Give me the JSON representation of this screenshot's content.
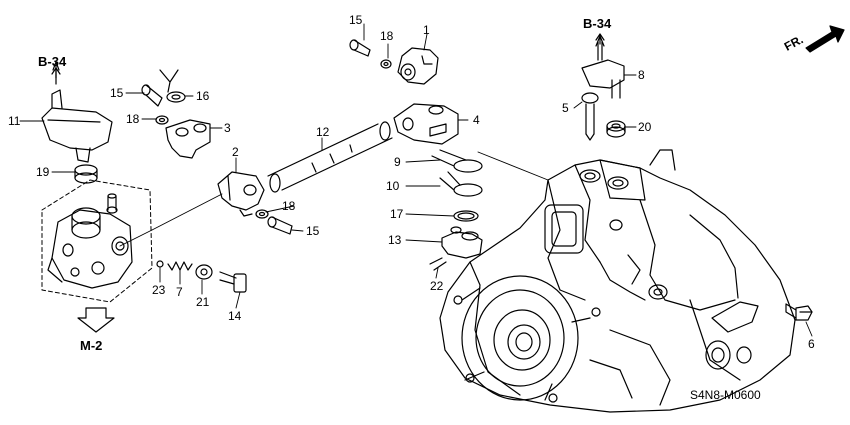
{
  "diagram": {
    "code": "S4N8-M0600",
    "direction_label": "FR.",
    "references": [
      "B-34",
      "B-34",
      "M-2"
    ],
    "part_numbers": [
      "1",
      "2",
      "3",
      "4",
      "5",
      "6",
      "7",
      "8",
      "9",
      "10",
      "11",
      "12",
      "13",
      "14",
      "15",
      "15",
      "15",
      "16",
      "17",
      "18",
      "18",
      "18",
      "19",
      "20",
      "21",
      "22",
      "23"
    ]
  }
}
